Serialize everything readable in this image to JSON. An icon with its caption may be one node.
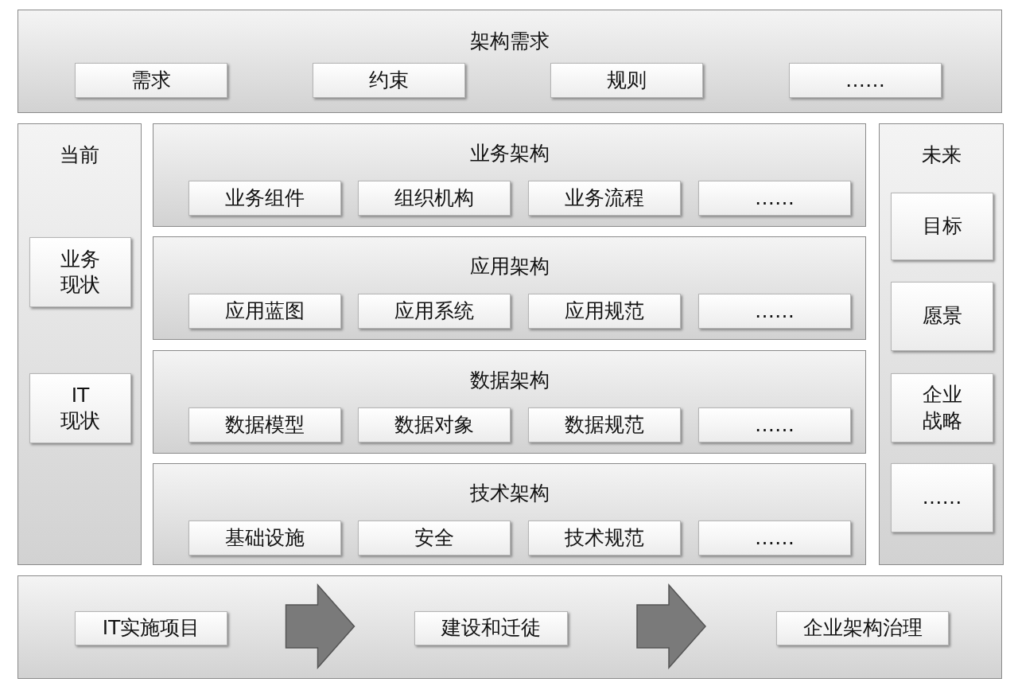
{
  "diagram": {
    "nodes": [
      {
        "text": [
          "架构需求"
        ]
      },
      {
        "text": [
          "需求"
        ],
        "in": 0
      },
      {
        "text": [
          "约束"
        ],
        "in": 0
      },
      {
        "text": [
          "规则"
        ],
        "in": 0
      },
      {
        "text": [
          "……"
        ],
        "in": 0
      },
      {
        "text": [
          "当前"
        ]
      },
      {
        "text": [
          "业务现状"
        ],
        "in": 5
      },
      {
        "text": [
          "IT现状"
        ],
        "in": 5
      },
      {
        "text": [
          "业务架构"
        ]
      },
      {
        "text": [
          "业务组件"
        ],
        "in": 8
      },
      {
        "text": [
          "组织机构"
        ],
        "in": 8
      },
      {
        "text": [
          "业务流程"
        ],
        "in": 8
      },
      {
        "text": [
          "……"
        ],
        "in": 8
      },
      {
        "text": [
          "应用架构"
        ]
      },
      {
        "text": [
          "应用蓝图"
        ],
        "in": 13
      },
      {
        "text": [
          "应用系统"
        ],
        "in": 13
      },
      {
        "text": [
          "应用规范"
        ],
        "in": 13
      },
      {
        "text": [
          "……"
        ],
        "in": 13
      },
      {
        "text": [
          "数据架构"
        ]
      },
      {
        "text": [
          "数据模型"
        ],
        "in": 18
      },
      {
        "text": [
          "数据对象"
        ],
        "in": 18
      },
      {
        "text": [
          "数据规范"
        ],
        "in": 18
      },
      {
        "text": [
          "……"
        ],
        "in": 18
      },
      {
        "text": [
          "技术架构"
        ]
      },
      {
        "text": [
          "基础设施"
        ],
        "in": 23
      },
      {
        "text": [
          "安全"
        ],
        "in": 23
      },
      {
        "text": [
          "技术规范"
        ],
        "in": 23
      },
      {
        "text": [
          "……"
        ],
        "in": 23
      },
      {
        "text": [
          "未来"
        ]
      },
      {
        "text": [
          "目标"
        ],
        "in": 28
      },
      {
        "text": [
          "愿景"
        ],
        "in": 28
      },
      {
        "text": [
          "企业战略"
        ],
        "in": 28
      },
      {
        "text": [
          "……"
        ],
        "in": 28
      },
      {
        "text": [],
        "shape": "box"
      },
      {
        "text": [
          "IT实施项目"
        ],
        "in": 33
      },
      {
        "text": [
          "建设和迁徒"
        ],
        "in": 33
      },
      {
        "text": [
          "企业架构治理"
        ],
        "in": 33
      }
    ],
    "edges": [
      {
        "from": 34,
        "to": 35,
        "arrow": "to"
      },
      {
        "from": 35,
        "to": 36,
        "arrow": "to"
      }
    ]
  }
}
